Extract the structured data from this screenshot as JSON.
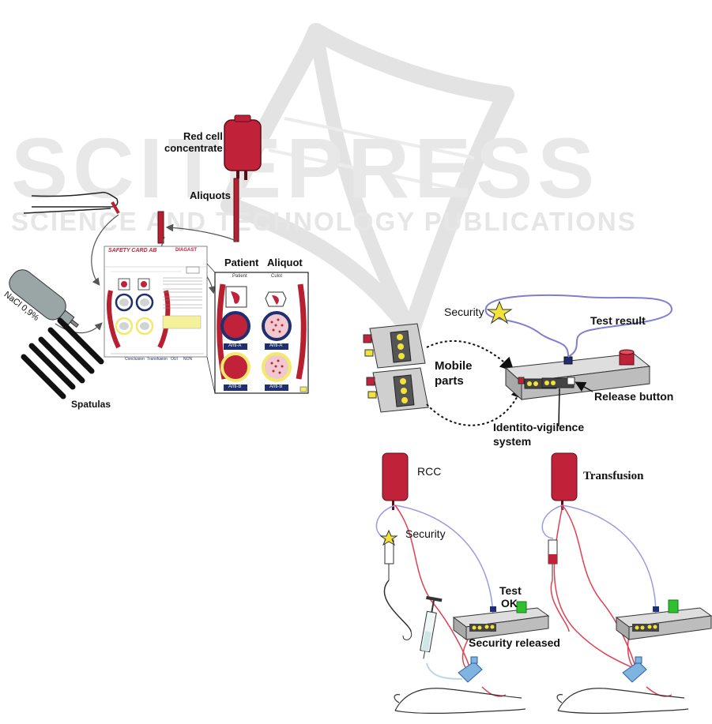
{
  "watermark": {
    "title": "SCITEPRESS",
    "subtitle": "SCIENCE AND TECHNOLOGY PUBLICATIONS"
  },
  "left_panel": {
    "red_cell_label_line1": "Red cell",
    "red_cell_label_line2": "concentrate",
    "aliquots_label": "Aliquots",
    "patient_label": "Patient",
    "aliquot_label": "Aliquot",
    "nacl_label": "NaCl 0,9%",
    "spatulas_label": "Spatulas",
    "card": {
      "title": "SAFETY CARD AB",
      "brand": "DIAGAST",
      "zoom_col1": "Patient",
      "zoom_col2": "Culot",
      "zoom_anti_a1": "Anti-A",
      "zoom_anti_a2": "Anti-A",
      "zoom_anti_b1": "Anti-B",
      "zoom_anti_b2": "Anti-B",
      "footer_items": [
        "Conclusion",
        "Transfusion",
        "OUI",
        "NON"
      ]
    }
  },
  "top_right_panel": {
    "security_label": "Security",
    "test_result_label": "Test result",
    "mobile_parts_line1": "Mobile",
    "mobile_parts_line2": "parts",
    "release_button_label": "Release button",
    "identito_line1": "Identito-vigilence",
    "identito_line2": "system"
  },
  "bottom_right_panel": {
    "rcc_label": "RCC",
    "security_label": "Security",
    "test_ok_line1": "Test",
    "test_ok_line2": "OK",
    "security_released_label": "Security released",
    "transfusion_label": "Transfusion"
  },
  "colors": {
    "blood_red": "#c0223a",
    "device_gray": "#cfcfcf",
    "cable_purple": "#8f8fd8",
    "star_yellow": "#f2e23a",
    "ok_green": "#2fbf2f",
    "yellow_ring": "#f3e96a",
    "navy_ring": "#1f2f6f"
  }
}
